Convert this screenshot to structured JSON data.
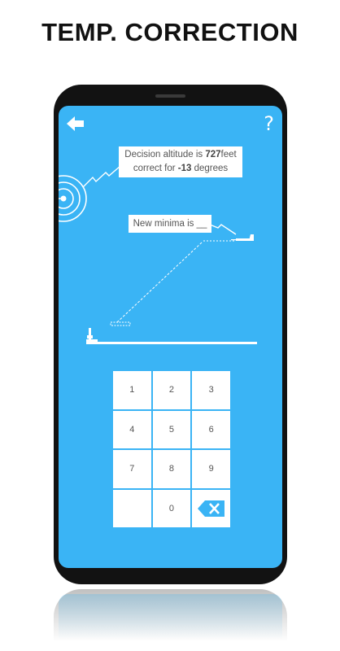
{
  "header": {
    "title": "TEMP. CORRECTION"
  },
  "app": {
    "help_label": "?",
    "callout_1": {
      "line1_prefix": "Decision altitude is ",
      "altitude": "727",
      "altitude_unit": "feet",
      "line2_prefix": "correct for ",
      "degrees": "-13",
      "line2_suffix": " degrees"
    },
    "callout_2": {
      "text": "New minima is __"
    },
    "keypad": {
      "keys": [
        "1",
        "2",
        "3",
        "4",
        "5",
        "6",
        "7",
        "8",
        "9",
        "",
        "0"
      ],
      "delete_icon": "backspace-icon"
    }
  },
  "colors": {
    "screen_bg": "#3ab4f5",
    "delete_key": "#3ab4f5",
    "phone_body": "#121212"
  }
}
